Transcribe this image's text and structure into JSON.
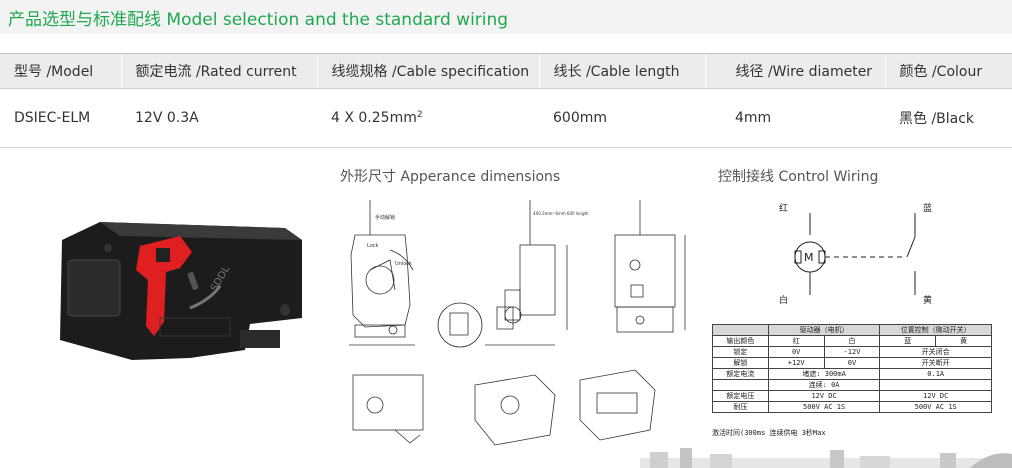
{
  "title": "产品选型与标准配线 Model selection and the standard wiring",
  "spec_table": {
    "headers": [
      "型号 /Model",
      "额定电流 /Rated current",
      "线缆规格 /Cable specification",
      "线长 /Cable length",
      "线径 /Wire diameter",
      "颜色 /Colour"
    ],
    "row": {
      "model": "DSIEC-ELM",
      "current": "12V 0.3A",
      "cable_spec": "4 X 0.25mm",
      "cable_spec_sup": "2",
      "length": "600mm",
      "diameter": "4mm",
      "colour": "黑色 /Black"
    }
  },
  "dimensions_label": "外形尺寸    Apperance dimensions",
  "wiring_label": "控制接线    Control Wiring",
  "wiring": {
    "red": "红",
    "white": "白",
    "blue": "蓝",
    "yellow": "黄",
    "motor": "M"
  },
  "control_table": {
    "header": [
      "",
      "驱动器（电机）",
      "",
      "位置控制（微动开关）",
      ""
    ],
    "rows": [
      [
        "输出颜色",
        "红",
        "白",
        "蓝",
        "黄"
      ],
      [
        "锁定",
        "0V",
        "-12V",
        "开关闭合",
        ""
      ],
      [
        "解锁",
        "+12V",
        "0V",
        "开关断开",
        ""
      ],
      [
        "额定电流",
        "堵遮: 300mA",
        "",
        "0.1A",
        ""
      ],
      [
        "",
        "连续: 0A",
        "",
        "",
        ""
      ],
      [
        "额定电压",
        "12V DC",
        "",
        "12V DC",
        ""
      ],
      [
        "耐压",
        "500V AC 1S",
        "",
        "500V AC 1S",
        ""
      ]
    ],
    "note": "激活时间(300ms  连续供电 3秒Max"
  },
  "drawing_labels": {
    "manual_release": "手动解锁",
    "lock": "Lock",
    "unlock": "Unlock",
    "cable_note": "4X0.2mm² 6mm 600 length",
    "product_text": "SDDL"
  },
  "colors": {
    "title_green": "#1fa84f",
    "header_bg": "#ececec",
    "lever_red": "#e02020",
    "housing_black": "#1c1c1c"
  }
}
